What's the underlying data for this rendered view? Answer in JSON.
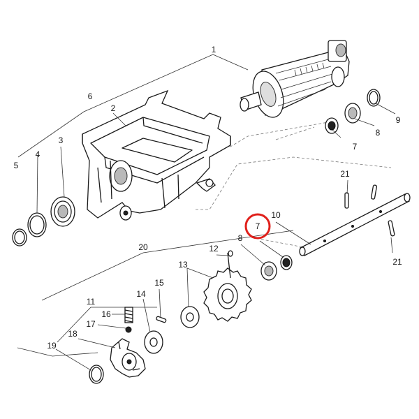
{
  "highlight": {
    "label": "7",
    "color": "#e0201b"
  },
  "callouts": {
    "c1": "1",
    "c2": "2",
    "c3": "3",
    "c4": "4",
    "c5": "5",
    "c6": "6",
    "c7a": "7",
    "c8a": "8",
    "c9": "9",
    "c10": "10",
    "c11": "11",
    "c12": "12",
    "c13": "13",
    "c14": "14",
    "c15": "15",
    "c16": "16",
    "c17": "17",
    "c18": "18",
    "c19": "19",
    "c20": "20",
    "c21a": "21",
    "c21b": "21",
    "c8b": "8"
  },
  "colors": {
    "line": "#1a1a1a",
    "dashed": "#777777",
    "accent": "#e0201b"
  }
}
